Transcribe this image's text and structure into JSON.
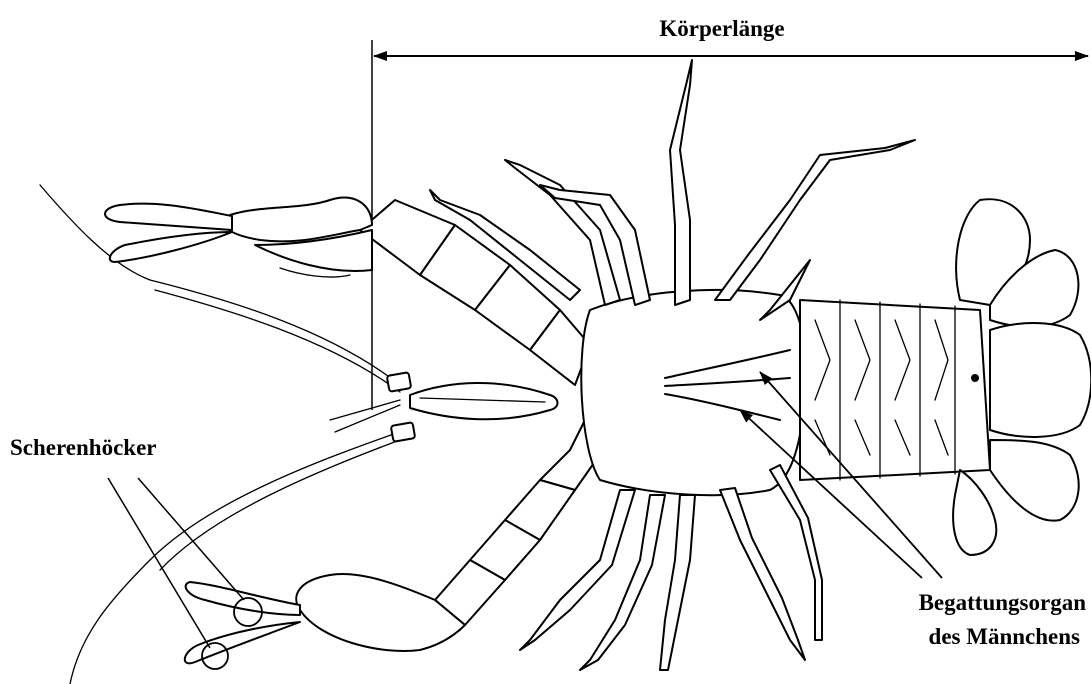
{
  "labels": {
    "body_length": "Körperlänge",
    "claw_tubercles": "Scherenhöcker",
    "copulatory_organ_line1": "Begattungsorgan",
    "copulatory_organ_line2": "des Männchens"
  },
  "colors": {
    "ink": "#000000",
    "background": "#ffffff"
  }
}
